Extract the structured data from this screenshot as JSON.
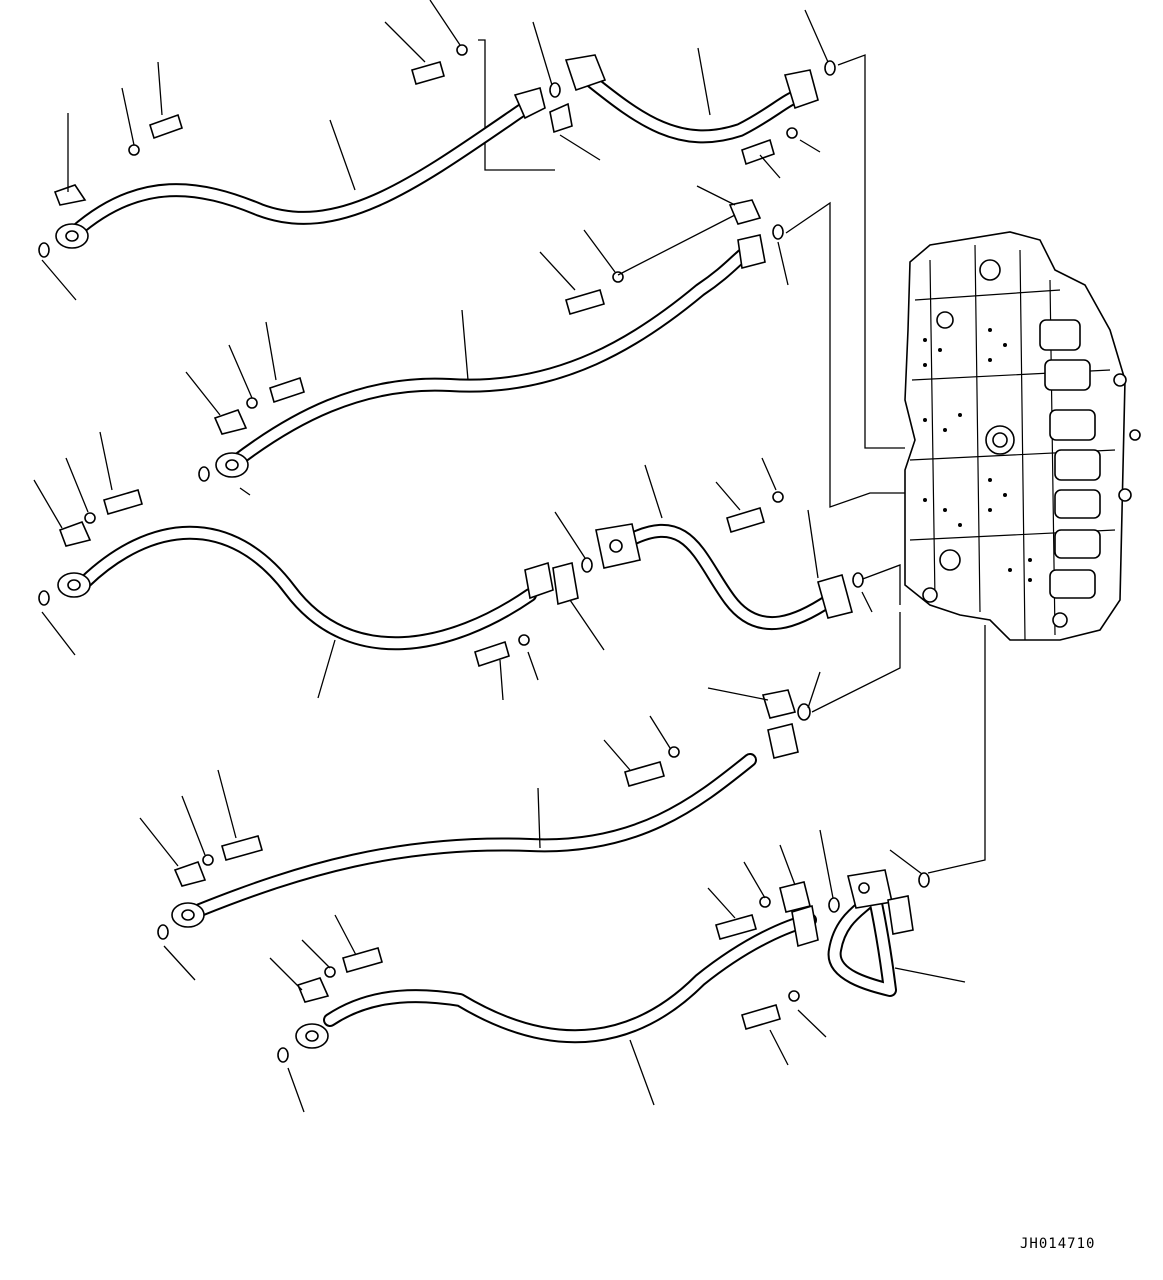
{
  "drawing": {
    "reference_code": "JH014710"
  },
  "hoses": [
    {
      "id": "hose-1"
    },
    {
      "id": "hose-2"
    },
    {
      "id": "hose-3"
    },
    {
      "id": "hose-4"
    },
    {
      "id": "hose-5"
    },
    {
      "id": "hose-6"
    },
    {
      "id": "hose-7"
    },
    {
      "id": "hose-8"
    }
  ],
  "colors": {
    "line": "#000000",
    "background": "#ffffff"
  }
}
